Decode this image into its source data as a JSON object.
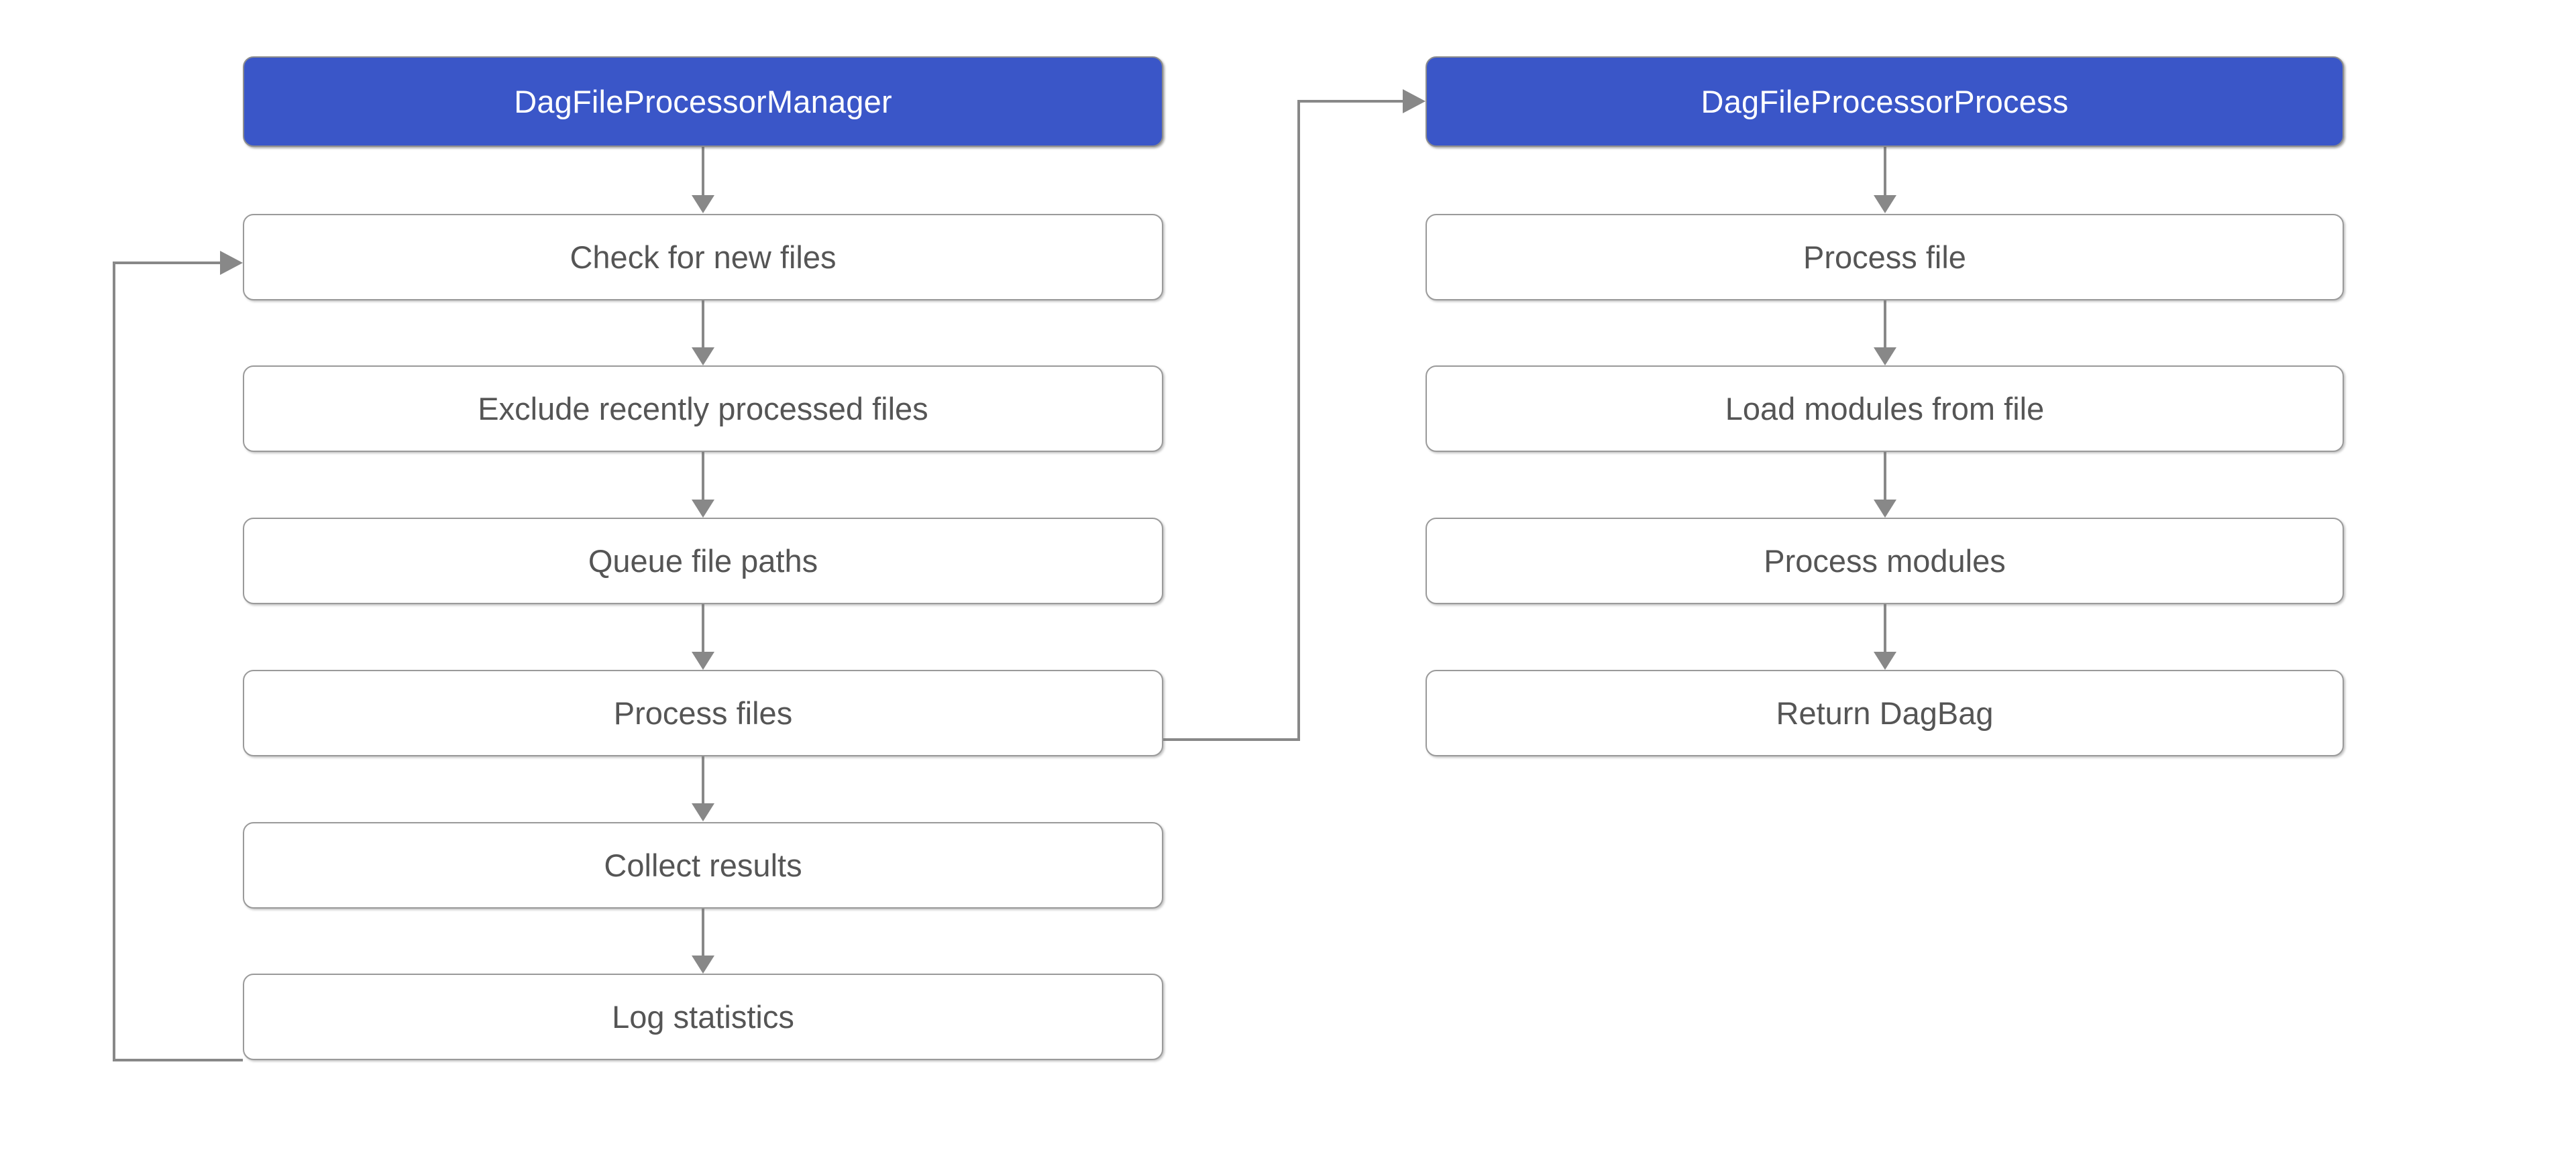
{
  "diagram": {
    "title": "DagFileProcessor architecture flow",
    "background_color": "#ffffff",
    "header_fill_color": "#3a56c8",
    "header_text_color": "#ffffff",
    "node_fill_color": "#ffffff",
    "node_border_color": "#9a9a9a",
    "node_text_color": "#555555",
    "edge_color": "#888888"
  },
  "columns": [
    {
      "id": "manager",
      "header": {
        "label": "DagFileProcessorManager"
      },
      "steps": [
        {
          "label": "Check for new files"
        },
        {
          "label": "Exclude recently processed files"
        },
        {
          "label": "Queue file paths"
        },
        {
          "label": "Process files"
        },
        {
          "label": "Collect results"
        },
        {
          "label": "Log statistics"
        }
      ]
    },
    {
      "id": "process",
      "header": {
        "label": "DagFileProcessorProcess"
      },
      "steps": [
        {
          "label": "Process file"
        },
        {
          "label": "Load modules from file"
        },
        {
          "label": "Process modules"
        },
        {
          "label": "Return DagBag"
        }
      ]
    }
  ],
  "edges": [
    {
      "id": "manager-header-to-check",
      "from": "DagFileProcessorManager",
      "to": "Check for new files",
      "kind": "straight-down"
    },
    {
      "id": "check-to-exclude",
      "from": "Check for new files",
      "to": "Exclude recently processed files",
      "kind": "straight-down"
    },
    {
      "id": "exclude-to-queue",
      "from": "Exclude recently processed files",
      "to": "Queue file paths",
      "kind": "straight-down"
    },
    {
      "id": "queue-to-process-files",
      "from": "Queue file paths",
      "to": "Process files",
      "kind": "straight-down"
    },
    {
      "id": "process-files-to-collect",
      "from": "Process files",
      "to": "Collect results",
      "kind": "straight-down"
    },
    {
      "id": "collect-to-log",
      "from": "Collect results",
      "to": "Log statistics",
      "kind": "straight-down"
    },
    {
      "id": "log-loopback-to-check",
      "from": "Log statistics",
      "to": "Check for new files",
      "kind": "loop-left"
    },
    {
      "id": "process-files-to-processor-process",
      "from": "Process files",
      "to": "DagFileProcessorProcess",
      "kind": "right-up"
    },
    {
      "id": "process-header-to-process-file",
      "from": "DagFileProcessorProcess",
      "to": "Process file",
      "kind": "straight-down"
    },
    {
      "id": "process-file-to-load-modules",
      "from": "Process file",
      "to": "Load modules from file",
      "kind": "straight-down"
    },
    {
      "id": "load-modules-to-process-modules",
      "from": "Load modules from file",
      "to": "Process modules",
      "kind": "straight-down"
    },
    {
      "id": "process-modules-to-return-dagbag",
      "from": "Process modules",
      "to": "Return DagBag",
      "kind": "straight-down"
    }
  ]
}
